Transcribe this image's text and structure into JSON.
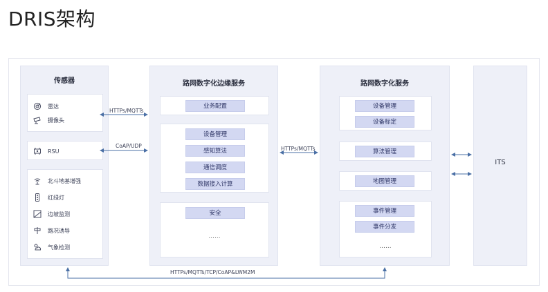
{
  "title": "DRIS架构",
  "sensors": {
    "title": "传感器",
    "group1": [
      {
        "icon": "radar-icon",
        "label": "雷达"
      },
      {
        "icon": "camera-icon",
        "label": "摄像头"
      }
    ],
    "rsu": {
      "icon": "rsu-icon",
      "label": "RSU"
    },
    "group3": [
      {
        "icon": "beidou-icon",
        "label": "北斗地基增强"
      },
      {
        "icon": "traffic-light-icon",
        "label": "红绿灯"
      },
      {
        "icon": "slope-monitor-icon",
        "label": "边坡监测"
      },
      {
        "icon": "road-guide-icon",
        "label": "路况诱导"
      },
      {
        "icon": "weather-icon",
        "label": "气象检测"
      }
    ]
  },
  "edge": {
    "title": "路网数字化边缘服务",
    "config": "业务配置",
    "core": [
      "设备管理",
      "感知算法",
      "通信调度",
      "数据接入计算"
    ],
    "security": "安全",
    "more": "......"
  },
  "digital": {
    "title": "路网数字化服务",
    "device": [
      "设备管理",
      "设备标定"
    ],
    "algo": "算法管理",
    "map": "地图管理",
    "event": [
      "事件管理",
      "事件分发"
    ],
    "more": "......"
  },
  "its": {
    "label": "ITS"
  },
  "protocols": {
    "sensor_edge_1": "HTTPs/MQTTs",
    "sensor_edge_2": "CoAP/UDP",
    "edge_digital": "HTTPs/MQTTs",
    "bottom": "HTTPs/MQTTs/TCP/CoAP&LWM2M"
  },
  "colors": {
    "panel": "#eef0f8",
    "pill": "#d3d8f2",
    "arrow": "#4a6fa5"
  }
}
